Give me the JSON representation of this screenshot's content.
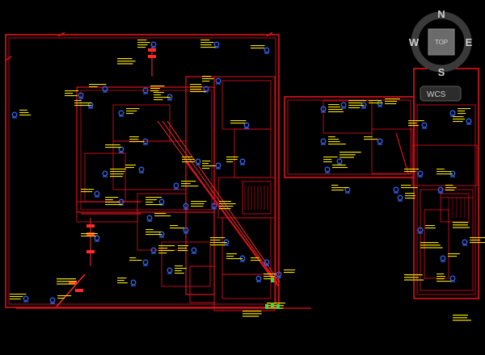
{
  "viewcube": {
    "north": "N",
    "south": "S",
    "east": "E",
    "west": "W",
    "face": "TOP"
  },
  "ucs_menu": {
    "label": "WCS"
  },
  "colors": {
    "background": "#000000",
    "wall": "#e0111f",
    "device": "#2f5fe0",
    "label": "#f5e400",
    "pipe": "#ff2a2a",
    "marker": "#2ee04a"
  },
  "icons": [
    "compass-ring-icon",
    "viewcube-icon",
    "ucs-dropdown-icon",
    "marker-icon"
  ]
}
